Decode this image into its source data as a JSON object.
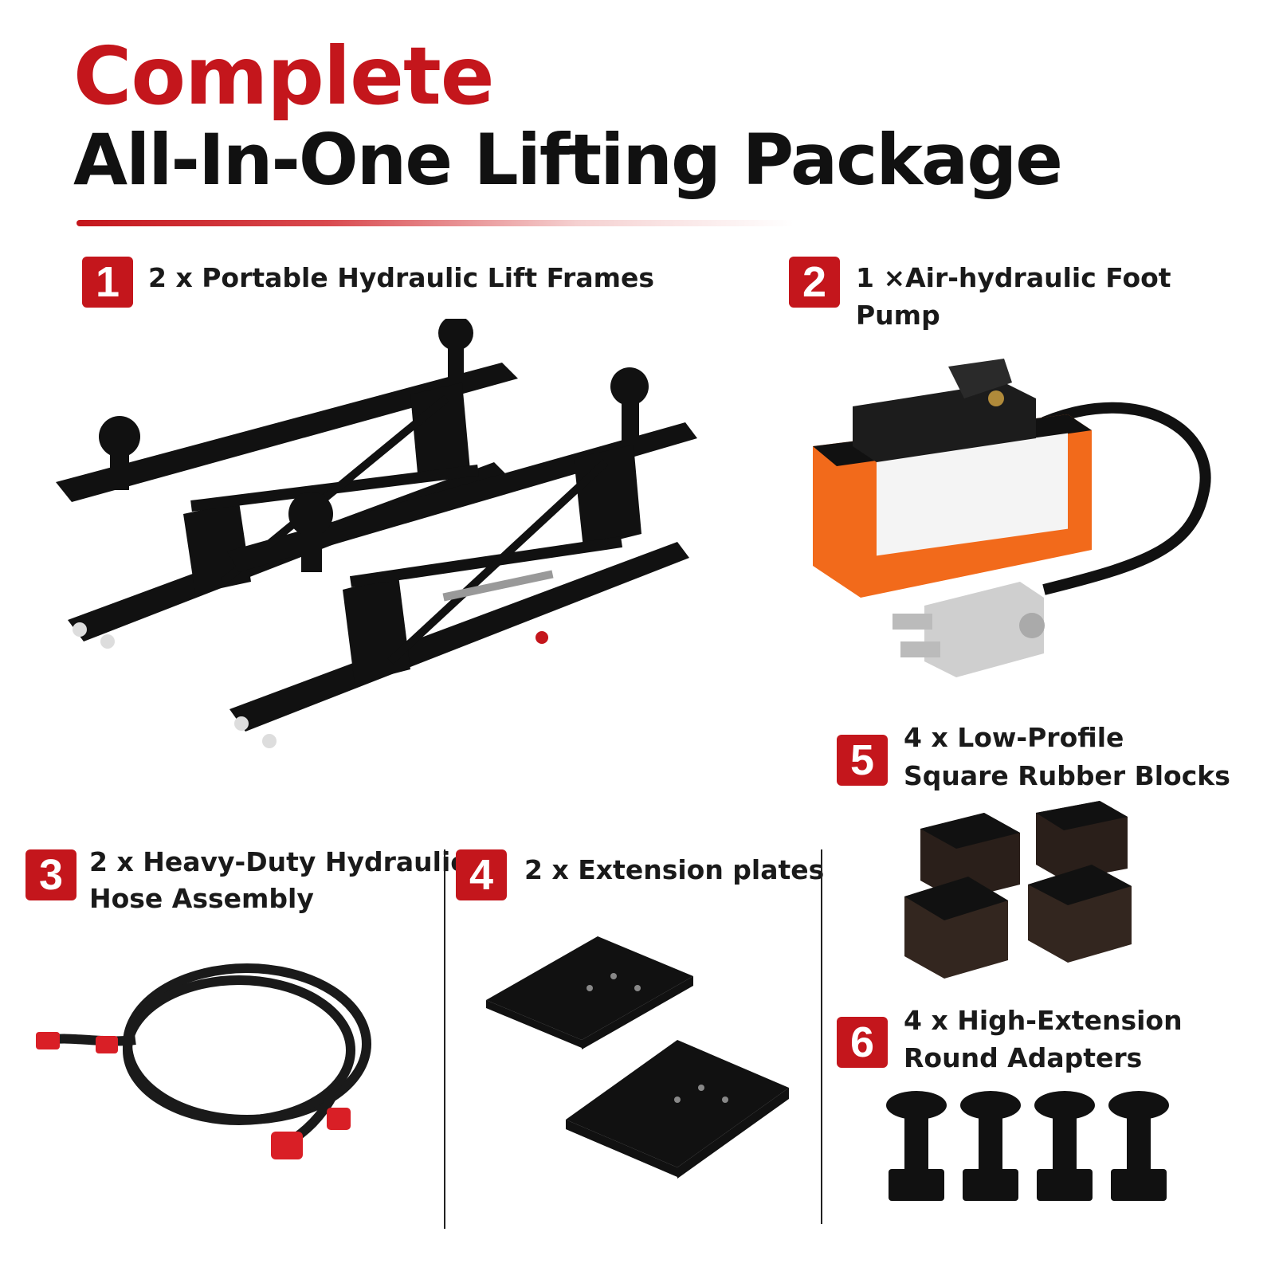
{
  "header": {
    "line1": "Complete",
    "line2": "All-In-One Lifting Package"
  },
  "items": [
    {
      "number": "1",
      "label": "2 x Portable Hydraulic Lift Frames"
    },
    {
      "number": "2",
      "label_line1": "1 ×Air-hydraulic Foot",
      "label_line2": "Pump"
    },
    {
      "number": "3",
      "label_line1": "2 x Heavy-Duty Hydraulic",
      "label_line2": "Hose Assembly"
    },
    {
      "number": "4",
      "label": "2 x Extension plates"
    },
    {
      "number": "5",
      "label_line1": "4 x Low-Profile",
      "label_line2": "Square Rubber Blocks"
    },
    {
      "number": "6",
      "label_line1": "4 x High-Extension",
      "label_line2": "Round Adapters"
    }
  ],
  "colors": {
    "accent": "#c4161c",
    "pump_orange": "#f26a1b",
    "frame_black": "#111111"
  }
}
